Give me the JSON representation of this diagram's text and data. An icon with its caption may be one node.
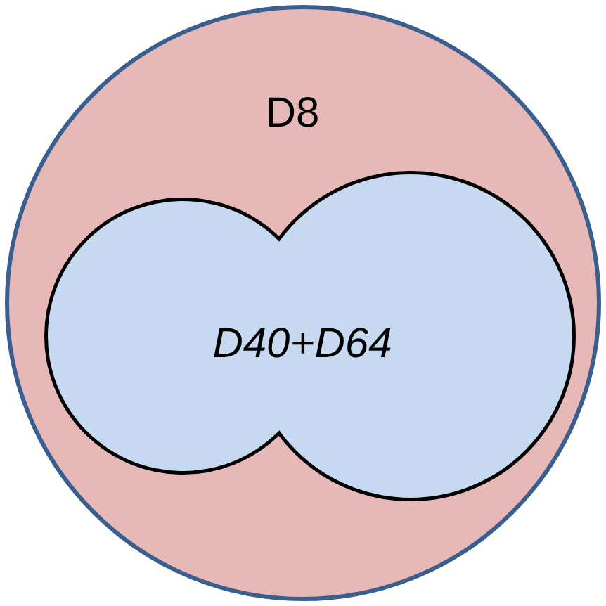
{
  "diagram": {
    "nodes": [
      {
        "text": [
          "D8"
        ]
      },
      {
        "text": [
          "D40+D64"
        ],
        "in": 0
      }
    ]
  }
}
